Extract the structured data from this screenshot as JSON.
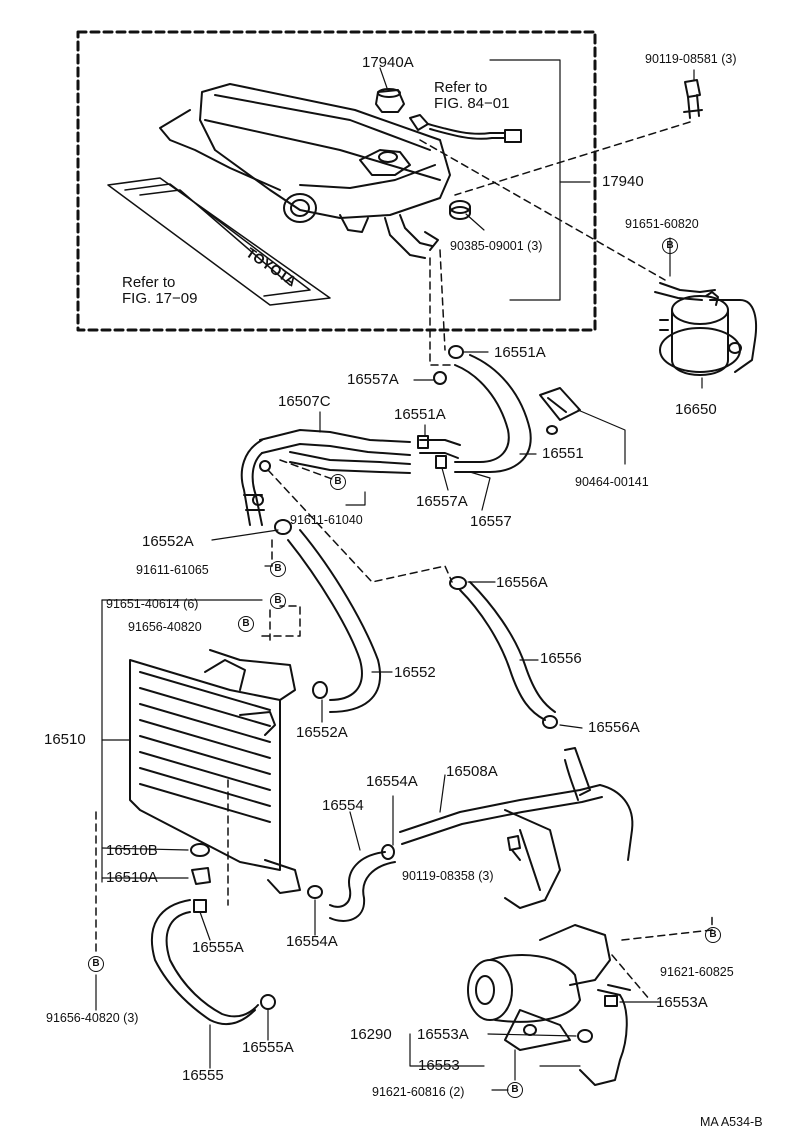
{
  "figure_code": "MA A534-B",
  "refs": {
    "fig84": {
      "line1": "Refer to",
      "line2": "FIG. 84−01"
    },
    "fig17": {
      "line1": "Refer to",
      "line2": "FIG. 17−09"
    }
  },
  "emblem_text": "TOYOTA",
  "circle_marker": "B",
  "parts": {
    "p17940A": "17940A",
    "p17940": "17940",
    "p90119_08581": "90119-08581 (3)",
    "p90385_09001": "90385-09001 (3)",
    "p91651_60820": "91651-60820",
    "p16650": "16650",
    "p16551A_top": "16551A",
    "p16557A_top": "16557A",
    "p16507C": "16507C",
    "p16551A_mid": "16551A",
    "p16551": "16551",
    "p90464_00141": "90464-00141",
    "p16557A_bot": "16557A",
    "p16557": "16557",
    "p91611_61040": "91611-61040",
    "p16552A_top": "16552A",
    "p91611_61065": "91611-61065",
    "p16556A_top": "16556A",
    "p91651_40614": "91651-40614 (6)",
    "p91656_40820": "91656-40820",
    "p16552": "16552",
    "p16556": "16556",
    "p16552A_bot": "16552A",
    "p16510": "16510",
    "p16556A_bot": "16556A",
    "p16554A_top": "16554A",
    "p16508A": "16508A",
    "p16554": "16554",
    "p16510B": "16510B",
    "p90119_08358": "90119-08358 (3)",
    "p16510A": "16510A",
    "p16555A_top": "16555A",
    "p16554A_bot": "16554A",
    "p91621_60825": "91621-60825",
    "p91656_40820_3": "91656-40820 (3)",
    "p16553A_right": "16553A",
    "p16290": "16290",
    "p16553A_left": "16553A",
    "p16555A_bot": "16555A",
    "p16553": "16553",
    "p16555": "16555",
    "p91621_60816": "91621-60816 (2)"
  }
}
